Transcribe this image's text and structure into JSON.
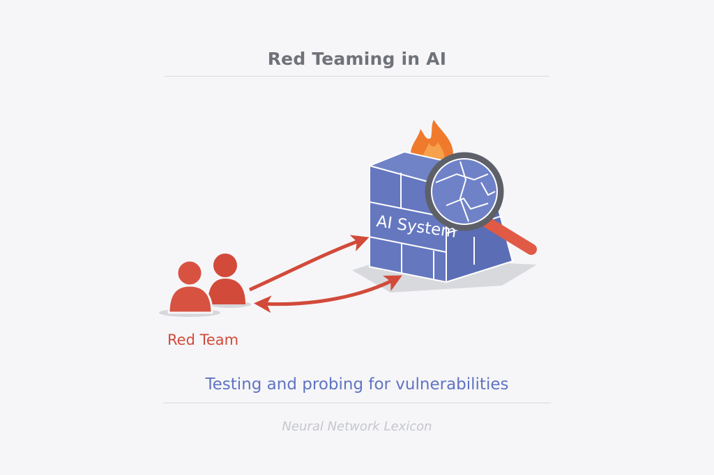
{
  "title": "Red Teaming in AI",
  "diagram": {
    "nodes": [
      {
        "id": "red-team",
        "label": "Red Team",
        "icon": "users-icon",
        "color": "#d24a3a"
      },
      {
        "id": "ai-system",
        "label": "AI System",
        "icon": "firewall-cube-icon",
        "color": "#6577bf"
      }
    ],
    "edges": [
      {
        "from": "red-team",
        "to": "ai-system",
        "style": "arrow"
      },
      {
        "from": "red-team",
        "to": "ai-system",
        "style": "double-arrow"
      }
    ],
    "decorations": [
      "fire-icon",
      "magnifying-glass-icon"
    ]
  },
  "subtitle": "Testing and probing for vulnerabilities",
  "footer": "Neural Network Lexicon",
  "colors": {
    "red": "#d24a3a",
    "blue": "#6577bf",
    "title_gray": "#6f7278",
    "subtitle_blue": "#5f74c2",
    "flame": "#f07a2c"
  }
}
